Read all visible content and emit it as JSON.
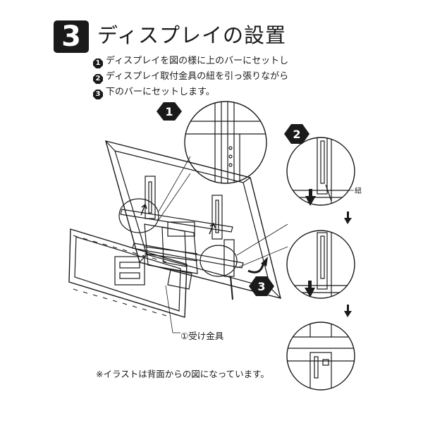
{
  "header": {
    "step_number": "3",
    "title": "ディスプレイの設置"
  },
  "instructions": [
    {
      "num": "1",
      "text": "ディスプレイを図の様に上のバーにセットし"
    },
    {
      "num": "2",
      "text": "ディスプレイ取付金具の紐を引っ張りながら"
    },
    {
      "num": "3",
      "text": "下のバーにセットします。"
    }
  ],
  "callouts": {
    "c1": "1",
    "c2": "2",
    "c3": "3"
  },
  "labels": {
    "string": "紐",
    "receiving_bracket": "①受け金具",
    "note": "※イラストは背面からの図になっています。"
  }
}
